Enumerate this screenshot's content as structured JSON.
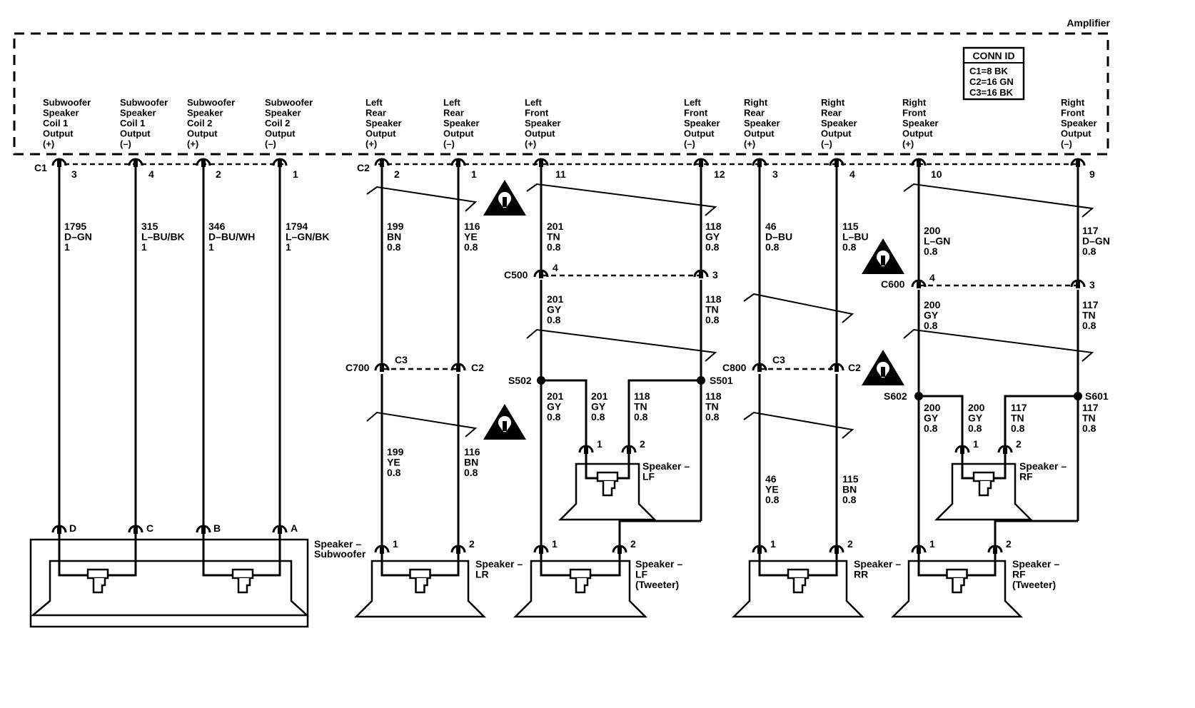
{
  "amplifier_label": "Amplifier",
  "conn_id": {
    "title": "CONN ID",
    "lines": [
      "C1=8 BK",
      "C2=16 GN",
      "C3=16 BK"
    ]
  },
  "amp_connectors": {
    "c1": "C1",
    "c2": "C2"
  },
  "outputs": [
    {
      "lines": [
        "Subwoofer",
        "Speaker",
        "Coil 1",
        "Output",
        "(+)"
      ],
      "pin": "3"
    },
    {
      "lines": [
        "Subwoofer",
        "Speaker",
        "Coil 1",
        "Output",
        "(–)"
      ],
      "pin": "4"
    },
    {
      "lines": [
        "Subwoofer",
        "Speaker",
        "Coil 2",
        "Output",
        "(+)"
      ],
      "pin": "2"
    },
    {
      "lines": [
        "Subwoofer",
        "Speaker",
        "Coil 2",
        "Output",
        "(–)"
      ],
      "pin": "1"
    },
    {
      "lines": [
        "Left",
        "Rear",
        "Speaker",
        "Output",
        "(+)"
      ],
      "pin": "2"
    },
    {
      "lines": [
        "Left",
        "Rear",
        "Speaker",
        "Output",
        "(–)"
      ],
      "pin": "1"
    },
    {
      "lines": [
        "Left",
        "Front",
        "Speaker",
        "Output",
        "(+)"
      ],
      "pin": "11"
    },
    {
      "lines": [
        "Left",
        "Front",
        "Speaker",
        "Output",
        "(–)"
      ],
      "pin": "12"
    },
    {
      "lines": [
        "Right",
        "Rear",
        "Speaker",
        "Output",
        "(+)"
      ],
      "pin": "3"
    },
    {
      "lines": [
        "Right",
        "Rear",
        "Speaker",
        "Output",
        "(–)"
      ],
      "pin": "4"
    },
    {
      "lines": [
        "Right",
        "Front",
        "Speaker",
        "Output",
        "(+)"
      ],
      "pin": "10"
    },
    {
      "lines": [
        "Right",
        "Front",
        "Speaker",
        "Output",
        "(–)"
      ],
      "pin": "9"
    }
  ],
  "wires_upper": [
    [
      "1795",
      "D–GN",
      "1"
    ],
    [
      "315",
      "L–BU/BK",
      "1"
    ],
    [
      "346",
      "D–BU/WH",
      "1"
    ],
    [
      "1794",
      "L–GN/BK",
      "1"
    ],
    [
      "199",
      "BN",
      "0.8"
    ],
    [
      "116",
      "YE",
      "0.8"
    ],
    [
      "201",
      "TN",
      "0.8"
    ],
    [
      "118",
      "GY",
      "0.8"
    ],
    [
      "46",
      "D–BU",
      "0.8"
    ],
    [
      "115",
      "L–BU",
      "0.8"
    ],
    [
      "200",
      "L–GN",
      "0.8"
    ],
    [
      "117",
      "D–GN",
      "0.8"
    ]
  ],
  "inline_connectors": {
    "c500": {
      "name": "C500",
      "pin_a": "4",
      "pin_b": "3"
    },
    "c600": {
      "name": "C600",
      "pin_a": "4",
      "pin_b": "3"
    },
    "c700": {
      "name": "C700",
      "pin_a": "C3",
      "pin_b": "C2"
    },
    "c800": {
      "name": "C800",
      "pin_a": "C3",
      "pin_b": "C2"
    }
  },
  "wires_mid": [
    [
      "201",
      "GY",
      "0.8"
    ],
    [
      "118",
      "TN",
      "0.8"
    ],
    [
      "200",
      "GY",
      "0.8"
    ],
    [
      "117",
      "TN",
      "0.8"
    ]
  ],
  "splices": {
    "s502": "S502",
    "s501": "S501",
    "s602": "S602",
    "s601": "S601"
  },
  "wires_lower": [
    [
      "199",
      "YE",
      "0.8"
    ],
    [
      "116",
      "BN",
      "0.8"
    ],
    [
      "201",
      "GY",
      "0.8"
    ],
    [
      "201",
      "GY",
      "0.8"
    ],
    [
      "118",
      "TN",
      "0.8"
    ],
    [
      "118",
      "TN",
      "0.8"
    ],
    [
      "46",
      "YE",
      "0.8"
    ],
    [
      "115",
      "BN",
      "0.8"
    ],
    [
      "200",
      "GY",
      "0.8"
    ],
    [
      "200",
      "GY",
      "0.8"
    ],
    [
      "117",
      "TN",
      "0.8"
    ],
    [
      "117",
      "TN",
      "0.8"
    ]
  ],
  "subwoofer": {
    "pins": [
      "D",
      "C",
      "B",
      "A"
    ],
    "label": [
      "Speaker –",
      "Subwoofer"
    ]
  },
  "speakers": [
    {
      "id": "lr",
      "pins": [
        "1",
        "2"
      ],
      "label": [
        "Speaker –",
        "LR"
      ]
    },
    {
      "id": "lf-tweeter",
      "pins": [
        "1",
        "2"
      ],
      "label": [
        "Speaker –",
        "LF",
        "(Tweeter)"
      ]
    },
    {
      "id": "lf",
      "pins": [
        "1",
        "2"
      ],
      "label": [
        "Speaker –",
        "LF"
      ]
    },
    {
      "id": "rr",
      "pins": [
        "1",
        "2"
      ],
      "label": [
        "Speaker –",
        "RR"
      ]
    },
    {
      "id": "rf",
      "pins": [
        "1",
        "2"
      ],
      "label": [
        "Speaker –",
        "RF"
      ]
    },
    {
      "id": "rf-tweeter",
      "pins": [
        "1",
        "2"
      ],
      "label": [
        "Speaker –",
        "RF",
        "(Tweeter)"
      ]
    }
  ]
}
